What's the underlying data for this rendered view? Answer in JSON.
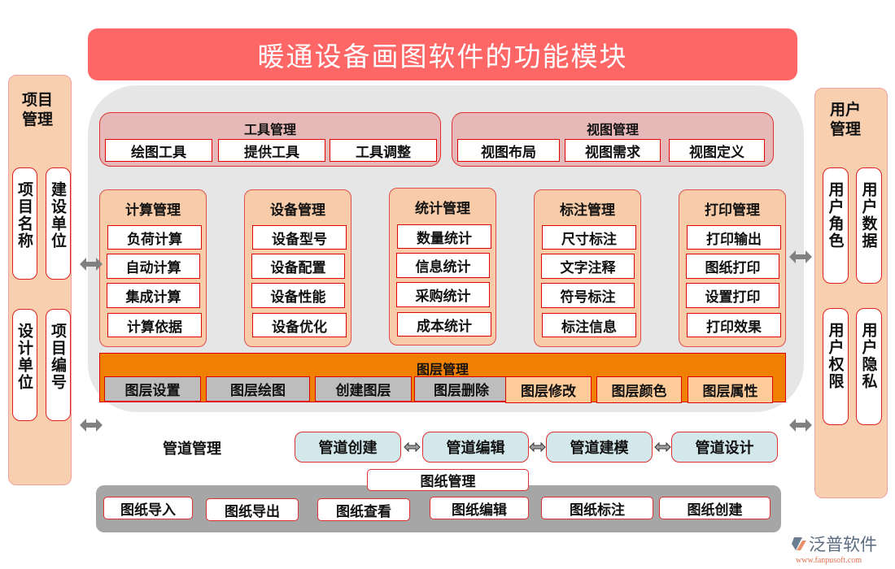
{
  "title": "暖通设备画图软件的功能模块",
  "project_mgmt": {
    "title": "项目管理",
    "items": [
      "项目名称",
      "建设单位",
      "设计单位",
      "项目编号"
    ]
  },
  "user_mgmt": {
    "title": "用户管理",
    "items": [
      "用户角色",
      "用户数据",
      "用户权限",
      "用户隐私"
    ]
  },
  "tool_mgmt": {
    "title": "工具管理",
    "items": [
      "绘图工具",
      "提供工具",
      "工具调整"
    ]
  },
  "view_mgmt": {
    "title": "视图管理",
    "items": [
      "视图布局",
      "视图需求",
      "视图定义"
    ]
  },
  "columns": [
    {
      "title": "计算管理",
      "items": [
        "负荷计算",
        "自动计算",
        "集成计算",
        "计算依据"
      ]
    },
    {
      "title": "设备管理",
      "items": [
        "设备型号",
        "设备配置",
        "设备性能",
        "设备优化"
      ]
    },
    {
      "title": "统计管理",
      "items": [
        "数量统计",
        "信息统计",
        "采购统计",
        "成本统计"
      ]
    },
    {
      "title": "标注管理",
      "items": [
        "尺寸标注",
        "文字注释",
        "符号标注",
        "标注信息"
      ]
    },
    {
      "title": "打印管理",
      "items": [
        "打印输出",
        "图纸打印",
        "设置打印",
        "打印效果"
      ]
    }
  ],
  "layer_mgmt": {
    "title": "图层管理",
    "items": [
      "图层设置",
      "图层绘图",
      "创建图层",
      "图层删除",
      "图层修改",
      "图层颜色",
      "图层属性"
    ]
  },
  "pipe_mgmt": {
    "title": "管道管理",
    "items": [
      "管道创建",
      "管道编辑",
      "管道建模",
      "管道设计"
    ]
  },
  "drawing_mgmt": {
    "title": "图纸管理",
    "items": [
      "图纸导入",
      "图纸导出",
      "图纸查看",
      "图纸编辑",
      "图纸标注",
      "图纸创建"
    ]
  },
  "logo": {
    "name": "泛普软件",
    "url": "www.fanpusoft.com"
  },
  "colors": {
    "title_bg": "#ff6666",
    "panel_bg": "#e6e6e6",
    "side_bg": "#f8d0b0",
    "group_bg": "#e6b8b8",
    "column_bg": "#f8cca8",
    "layer_bg": "#f08000",
    "layer_grey": "#bdbdbd",
    "layer_peach": "#ffcc99",
    "pipe_bg": "#d2e8ea",
    "drawing_bg": "#a6a6a6",
    "border_red": "#e00000"
  }
}
